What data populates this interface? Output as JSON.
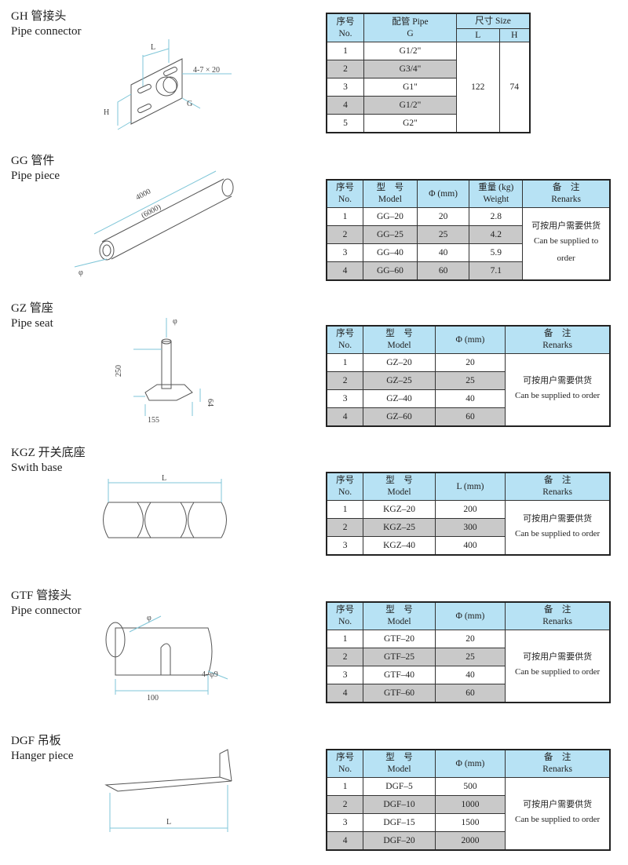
{
  "sections": [
    {
      "title_cn": "GH 管接头",
      "title_en": "Pipe connector",
      "dims": [
        "L",
        "4-7 × 20",
        "H",
        "G"
      ],
      "table": {
        "header1": [
          "序号",
          "配管 Pipe",
          "尺寸 Size"
        ],
        "header2": [
          "No.",
          "G",
          "L",
          "H"
        ],
        "rows": [
          [
            "1",
            "G1/2\""
          ],
          [
            "2",
            "G3/4\""
          ],
          [
            "3",
            "G1\""
          ],
          [
            "4",
            "G1/2\""
          ],
          [
            "5",
            "G2\""
          ]
        ],
        "L": "122",
        "H": "74"
      }
    },
    {
      "title_cn": "GG 管件",
      "title_en": "Pipe piece",
      "dims": [
        "4000",
        "(6000)",
        "φ"
      ],
      "table": {
        "headers": [
          [
            "序号",
            "No."
          ],
          [
            "型　号",
            "Model"
          ],
          [
            "Φ (mm)",
            ""
          ],
          [
            "重量 (kg)",
            "Weight"
          ],
          [
            "备　注",
            "Renarks"
          ]
        ],
        "rows": [
          [
            "1",
            "GG–20",
            "20",
            "2.8"
          ],
          [
            "2",
            "GG–25",
            "25",
            "4.2"
          ],
          [
            "3",
            "GG–40",
            "40",
            "5.9"
          ],
          [
            "4",
            "GG–60",
            "60",
            "7.1"
          ]
        ],
        "remark_cn": "可按用户需要供货",
        "remark_en": "Can be supplied to order"
      }
    },
    {
      "title_cn": "GZ 管座",
      "title_en": "Pipe seat",
      "dims": [
        "φ",
        "250",
        "64",
        "155"
      ],
      "table": {
        "headers": [
          [
            "序号",
            "No."
          ],
          [
            "型　号",
            "Model"
          ],
          [
            "Φ (mm)",
            ""
          ],
          [
            "备　注",
            "Renarks"
          ]
        ],
        "rows": [
          [
            "1",
            "GZ–20",
            "20"
          ],
          [
            "2",
            "GZ–25",
            "25"
          ],
          [
            "3",
            "GZ–40",
            "40"
          ],
          [
            "4",
            "GZ–60",
            "60"
          ]
        ],
        "remark_cn": "可按用户需要供货",
        "remark_en": "Can be supplied to order"
      }
    },
    {
      "title_cn": "KGZ 开关底座",
      "title_en": "Swith base",
      "dims": [
        "L"
      ],
      "table": {
        "headers": [
          [
            "序号",
            "No."
          ],
          [
            "型　号",
            "Model"
          ],
          [
            "L (mm)",
            ""
          ],
          [
            "备　注",
            "Renarks"
          ]
        ],
        "rows": [
          [
            "1",
            "KGZ–20",
            "200"
          ],
          [
            "2",
            "KGZ–25",
            "300"
          ],
          [
            "3",
            "KGZ–40",
            "400"
          ]
        ],
        "remark_cn": "可按用户需要供货",
        "remark_en": "Can be supplied to order"
      }
    },
    {
      "title_cn": "GTF 管接头",
      "title_en": "Pipe connector",
      "dims": [
        "φ",
        "4–φ9",
        "100"
      ],
      "table": {
        "headers": [
          [
            "序号",
            "No."
          ],
          [
            "型　号",
            "Model"
          ],
          [
            "Φ (mm)",
            ""
          ],
          [
            "备　注",
            "Renarks"
          ]
        ],
        "rows": [
          [
            "1",
            "GTF–20",
            "20"
          ],
          [
            "2",
            "GTF–25",
            "25"
          ],
          [
            "3",
            "GTF–40",
            "40"
          ],
          [
            "4",
            "GTF–60",
            "60"
          ]
        ],
        "remark_cn": "可按用户需要供货",
        "remark_en": "Can be supplied to order"
      }
    },
    {
      "title_cn": "DGF 吊板",
      "title_en": "Hanger piece",
      "dims": [
        "L"
      ],
      "table": {
        "headers": [
          [
            "序号",
            "No."
          ],
          [
            "型　号",
            "Model"
          ],
          [
            "Φ (mm)",
            ""
          ],
          [
            "备　注",
            "Renarks"
          ]
        ],
        "rows": [
          [
            "1",
            "DGF–5",
            "500"
          ],
          [
            "2",
            "DGF–10",
            "1000"
          ],
          [
            "3",
            "DGF–15",
            "1500"
          ],
          [
            "4",
            "DGF–20",
            "2000"
          ]
        ],
        "remark_cn": "可按用户需要供货",
        "remark_en": "Can be supplied to order"
      }
    }
  ]
}
